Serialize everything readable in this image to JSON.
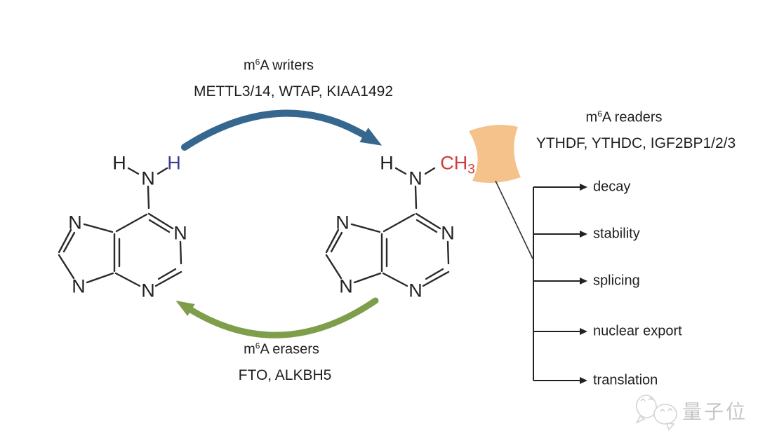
{
  "page": {
    "background": "#ffffff"
  },
  "colors": {
    "writers_arrow": "#36678F",
    "erasers_arrow": "#7F9E4B",
    "reader_protein_shape": "#F5C28C",
    "methyl_red": "#CE3B3B",
    "amine_h_highlight_blue": "#3C3C96",
    "bond_black": "#2a2a2a",
    "text": "#1f1f1f",
    "watermark_gray": "#c6c6c6"
  },
  "writers": {
    "title_m": "m",
    "title_sup": "6",
    "title_rest": "A writers",
    "genes": "METTL3/14, WTAP, KIAA1492"
  },
  "erasers": {
    "title_m": "m",
    "title_sup": "6",
    "title_rest": "A erasers",
    "genes": "FTO, ALKBH5"
  },
  "readers": {
    "title_m": "m",
    "title_sup": "6",
    "title_rest": "A readers",
    "genes": "YTHDF, YTHDC, IGF2BP1/2/3"
  },
  "outcomes": [
    "decay",
    "stability",
    "splicing",
    "nuclear export",
    "translation"
  ],
  "molecule_left": {
    "name": "adenine",
    "h_left": "H",
    "h_right": "H",
    "amine_n": "N",
    "n1": "N",
    "n3": "N",
    "n7": "N",
    "n9": "N"
  },
  "molecule_right": {
    "name": "N6-methyladenine",
    "h_left": "H",
    "amine_n": "N",
    "methyl_ch": "CH",
    "methyl_sub": "3",
    "n1": "N",
    "n3": "N",
    "n7": "N",
    "n9": "N"
  },
  "watermark": {
    "text": "量子位",
    "logo_icon": "chat-bubbles-logo"
  }
}
